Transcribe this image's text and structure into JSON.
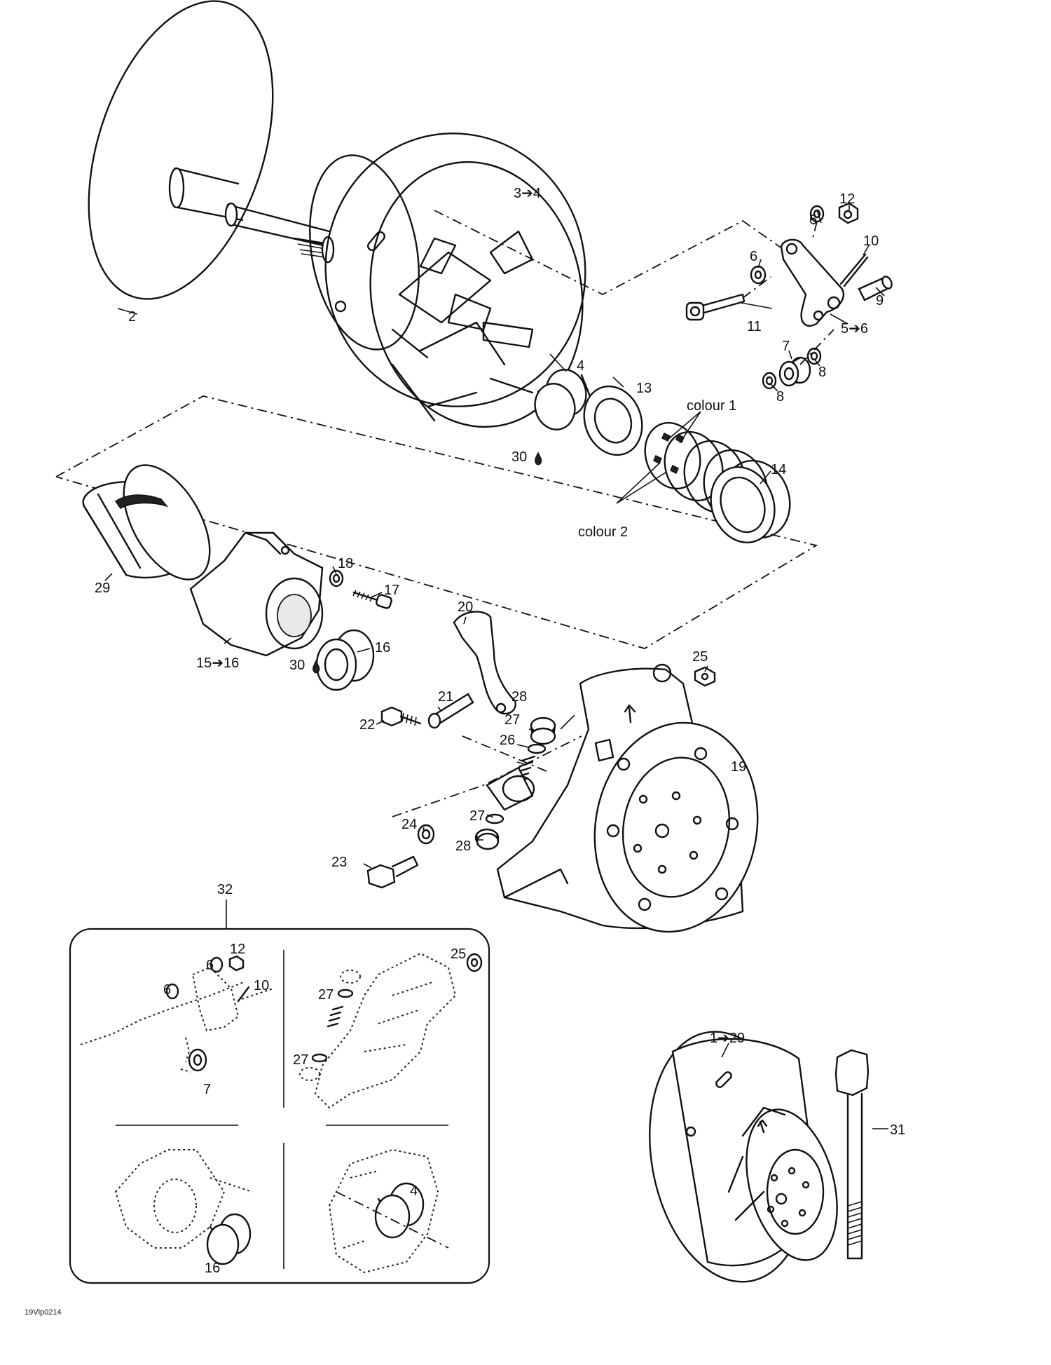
{
  "drawing_code": "19Vlp0214",
  "labels": {
    "l2": "2",
    "l3to4": "3➔4",
    "l4": "4",
    "l5to6": "5➔6",
    "l6a": "6",
    "l6b": "6",
    "l7": "7",
    "l8a": "8",
    "l8b": "8",
    "l9": "9",
    "l10": "10",
    "l11": "11",
    "l12": "12",
    "l13": "13",
    "l14": "14",
    "colour1": "colour 1",
    "colour2": "colour 2",
    "l15to16": "15➔16",
    "l16": "16",
    "l17": "17",
    "l18": "18",
    "l19": "19",
    "l20": "20",
    "l21": "21",
    "l22": "22",
    "l23": "23",
    "l24": "24",
    "l25": "25",
    "l26": "26",
    "l27a": "27",
    "l27b": "27",
    "l28a": "28",
    "l28b": "28",
    "l29": "29",
    "l30a": "30",
    "l30b": "30",
    "l31": "31",
    "l1to29": "1➔29",
    "l32": "32"
  },
  "inset": {
    "l6a": "6",
    "l6b": "6",
    "l7": "7",
    "l10": "10",
    "l12": "12",
    "l25": "25",
    "l27a": "27",
    "l27b": "27",
    "l16": "16",
    "l4": "4"
  }
}
